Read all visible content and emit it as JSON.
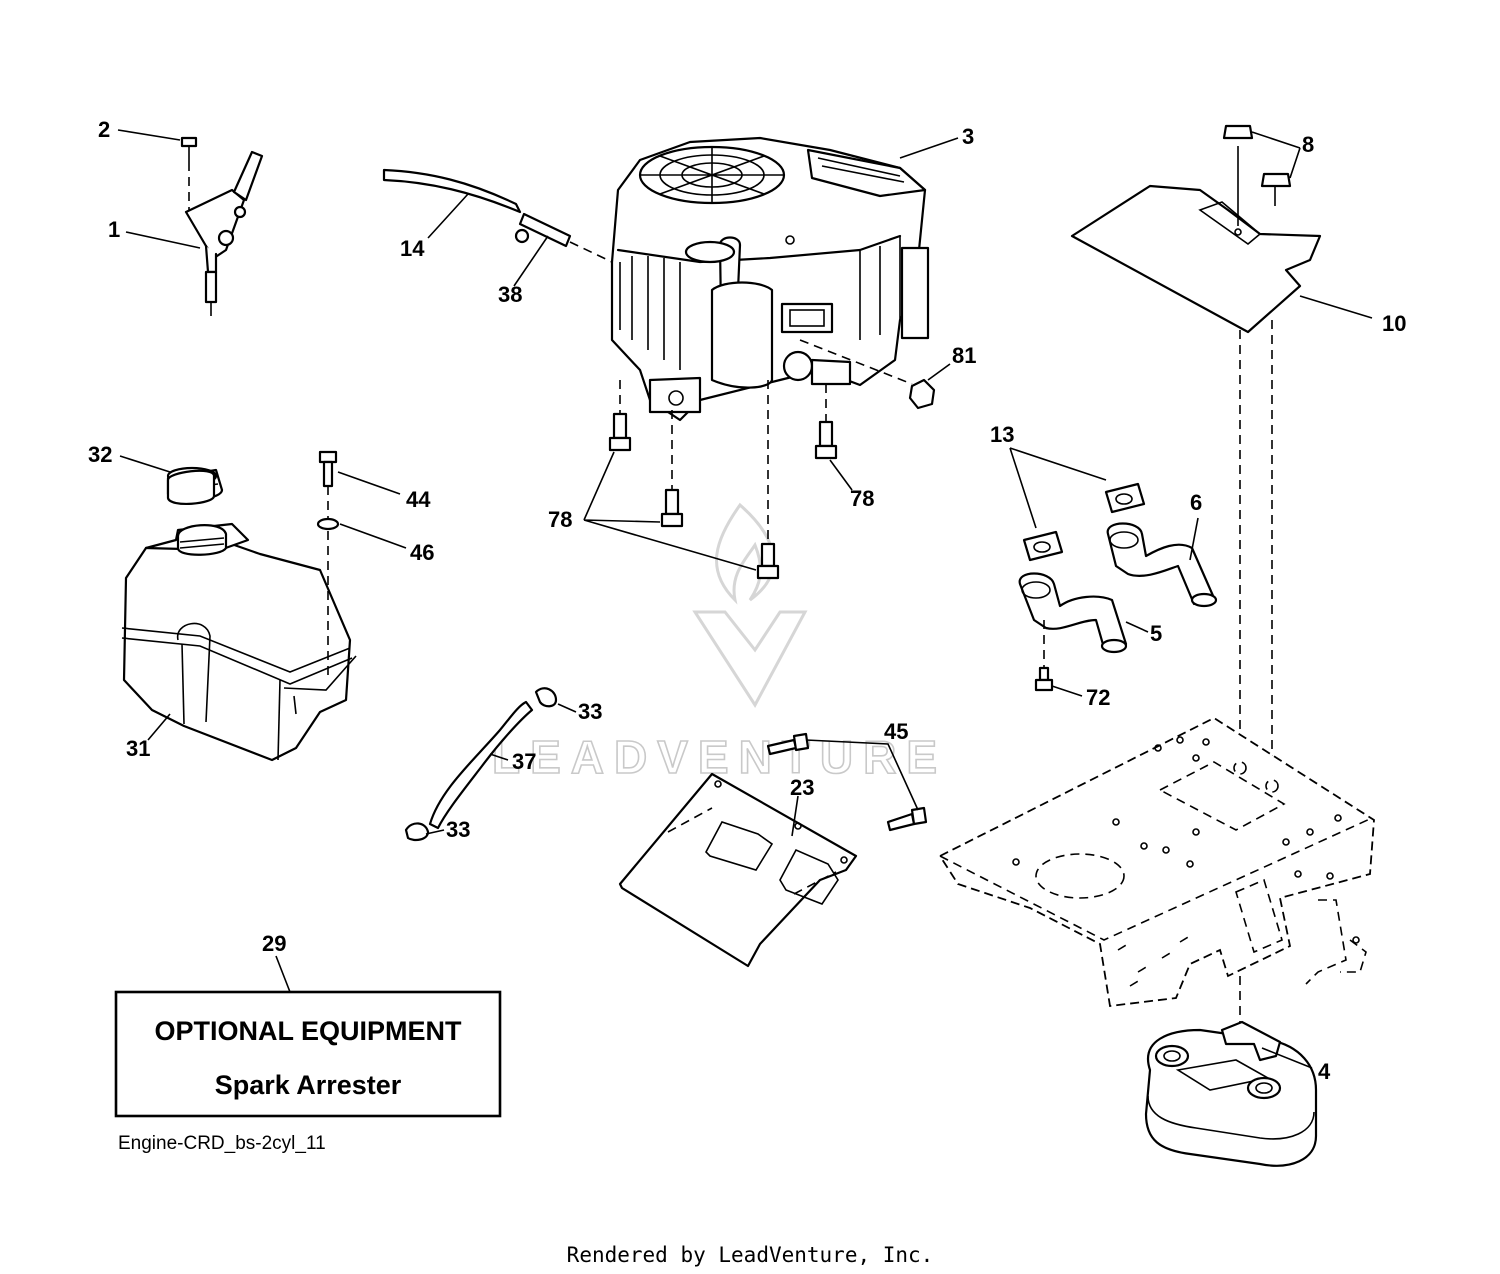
{
  "diagram": {
    "callouts": {
      "c1": "1",
      "c2": "2",
      "c3": "3",
      "c4": "4",
      "c5": "5",
      "c6": "6",
      "c8": "8",
      "c10": "10",
      "c13": "13",
      "c14": "14",
      "c23": "23",
      "c29": "29",
      "c31": "31",
      "c32": "32",
      "c33a": "33",
      "c33b": "33",
      "c37": "37",
      "c38": "38",
      "c44": "44",
      "c45": "45",
      "c46": "46",
      "c72": "72",
      "c78a": "78",
      "c78b": "78",
      "c81": "81"
    },
    "optional_box": {
      "title": "OPTIONAL EQUIPMENT",
      "subtitle": "Spark Arrester"
    },
    "caption": "Engine-CRD_bs-2cyl_11",
    "watermark": "LEADVENTURE"
  },
  "footer": {
    "rendered_by": "Rendered by LeadVenture, Inc."
  }
}
